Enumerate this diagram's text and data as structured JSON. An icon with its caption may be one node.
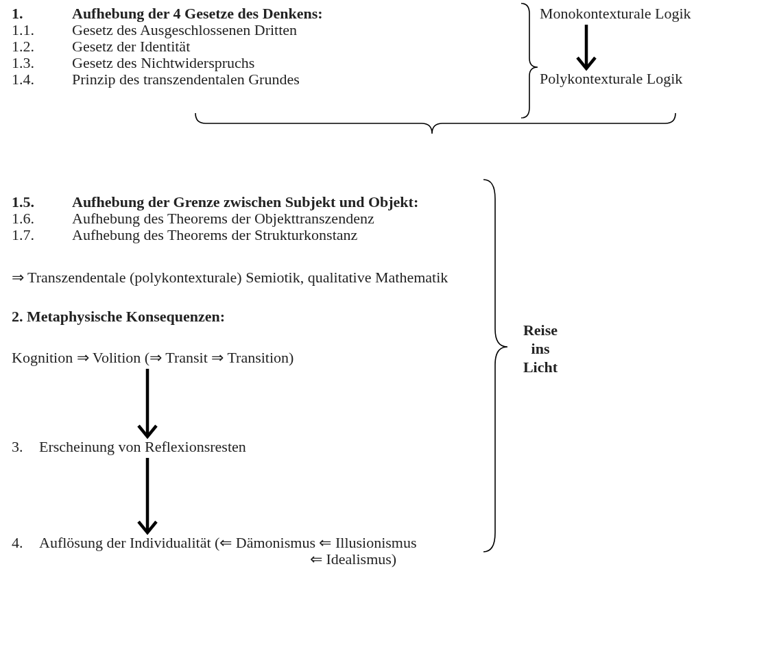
{
  "diagram": {
    "nodes": [
      {
        "text": [
          "Monokontexturale Logik"
        ]
      },
      {
        "text": [
          "Polykontexturale Logik"
        ]
      },
      {
        "text": [
          "Kognition ⇒ Volition (⇒ Transit ⇒ Transition)"
        ]
      },
      {
        "text": [
          "3.",
          "Erscheinung von Reflexionsresten"
        ]
      },
      {
        "text": [
          "4.",
          "Auflösung der Individualität (⇐ Dämonismus ⇐ Illusionismus ⇐ Idealismus)"
        ]
      }
    ],
    "edges": [
      {
        "from": 0,
        "to": 1,
        "arrow": "to"
      },
      {
        "from": 2,
        "to": 3,
        "arrow": "to"
      },
      {
        "from": 3,
        "to": 4,
        "arrow": "to"
      }
    ],
    "labels": [
      "1.",
      "Aufhebung der 4 Gesetze des Denkens:",
      "1.1.",
      "Gesetz des Ausgeschlossenen Dritten",
      "1.2.",
      "Gesetz der Identität",
      "1.3.",
      "Gesetz des Nichtwiderspruchs",
      "1.4.",
      "Prinzip des transzendentalen Grundes",
      "1.5.",
      "Aufhebung der Grenze zwischen Subjekt und Objekt:",
      "1.6.",
      "Aufhebung des Theorems der Objekttranszendenz",
      "1.7.",
      "Aufhebung des Theorems der Strukturkonstanz",
      "⇒ Transzendentale (polykontexturale) Semiotik, qualitative Mathematik",
      "2. Metaphysische Konsequenzen:",
      "Reise ins Licht"
    ]
  }
}
